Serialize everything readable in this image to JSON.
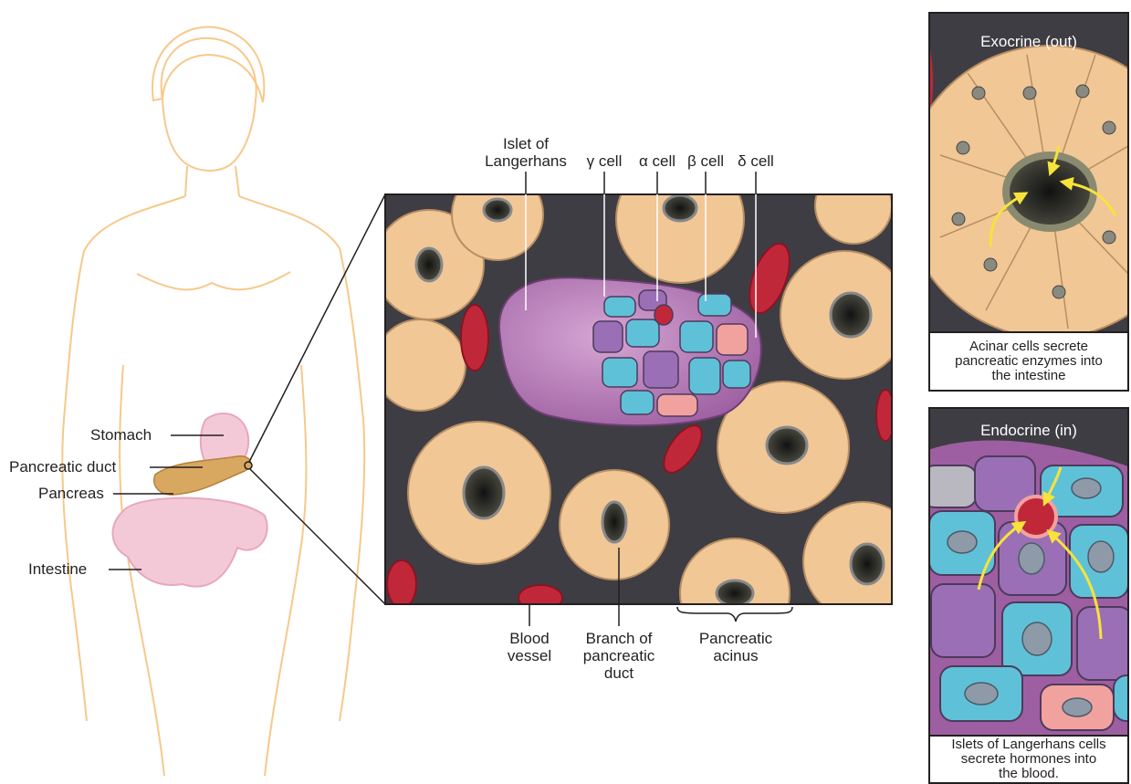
{
  "body_labels": {
    "stomach": "Stomach",
    "pancreatic_duct": "Pancreatic duct",
    "pancreas": "Pancreas",
    "intestine": "Intestine"
  },
  "top_labels": {
    "islet_line1": "Islet of",
    "islet_line2": "Langerhans",
    "gamma": "γ cell",
    "alpha": "α cell",
    "beta": "β cell",
    "delta": "δ cell"
  },
  "bottom_labels": {
    "blood_line1": "Blood",
    "blood_line2": "vessel",
    "branch_line1": "Branch of",
    "branch_line2": "pancreatic",
    "branch_line3": "duct",
    "acinus_line1": "Pancreatic",
    "acinus_line2": "acinus"
  },
  "exocrine_panel": {
    "title": "Exocrine (out)",
    "caption_line1": "Acinar cells secrete",
    "caption_line2": "pancreatic enzymes into",
    "caption_line3": "the intestine"
  },
  "endocrine_panel": {
    "title": "Endocrine (in)",
    "caption_line1": "Islets of Langerhans cells",
    "caption_line2": "secrete hormones into",
    "caption_line3": "the blood."
  },
  "colors": {
    "acinar_cell": "#f1c796",
    "beta_cell": "#5fc1d8",
    "alpha_cell": "#9a6fb5",
    "delta_cell": "#f2a29e",
    "blood": "#c0283a",
    "islet": "#b77ab8",
    "body_outline": "#f6c98a",
    "arrow": "#f7e33a"
  }
}
